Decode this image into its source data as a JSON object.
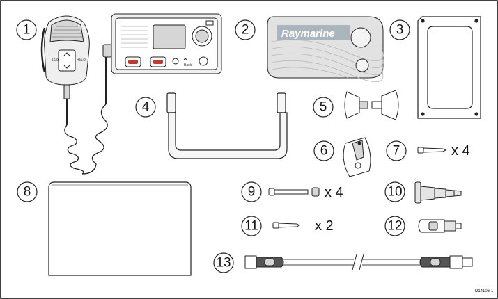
{
  "callouts": [
    "1",
    "2",
    "3",
    "4",
    "5",
    "6",
    "7",
    "8",
    "9",
    "10",
    "11",
    "12",
    "13"
  ],
  "quantities": {
    "item7": "x 4",
    "item9": "x 4",
    "item11": "x 2"
  },
  "brand_logo": "Raymarine",
  "radio_buttons": {
    "back": "Back"
  },
  "mic_labels": {
    "left": "16/9",
    "right": "HI/LO"
  },
  "doc_ref": "D14106-1",
  "colors": {
    "stroke": "#222222",
    "fill_light": "#efefef",
    "fill_mid": "#d6d6d6",
    "fill_dark": "#555555",
    "accent": "#c0392b",
    "frame": "#000000"
  }
}
